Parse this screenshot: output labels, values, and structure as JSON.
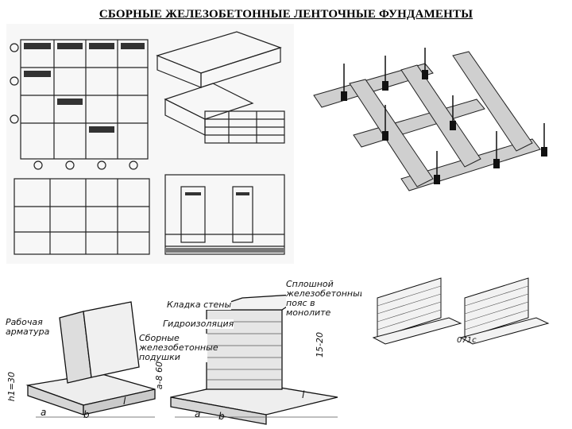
{
  "page": {
    "title": "СБОРНЫЕ ЖЕЛЕЗОБЕТОННЫЕ ЛЕНТОЧНЫЕ ФУНДАМЕНТЫ"
  },
  "sections": {
    "left_section": {
      "labels": {
        "rebar": "Рабочая арматура",
        "height_dim": "h1=30",
        "dim_a": "a",
        "dim_b": "b",
        "dim_l": "l"
      }
    },
    "right_section": {
      "labels": {
        "wall_masonry": "Кладка стены",
        "waterproofing": "Гидроизоляция",
        "precast_pads": "Сборные железобетонные подушки",
        "monolithic_belt": "Сплошной железобетонный пояс в монолите",
        "belt_height": "15-20",
        "dim_a": "a",
        "dim_b": "b",
        "dim_l": "l",
        "pad_dims": "a-8  60"
      }
    },
    "small_wall_dim": "071с"
  }
}
